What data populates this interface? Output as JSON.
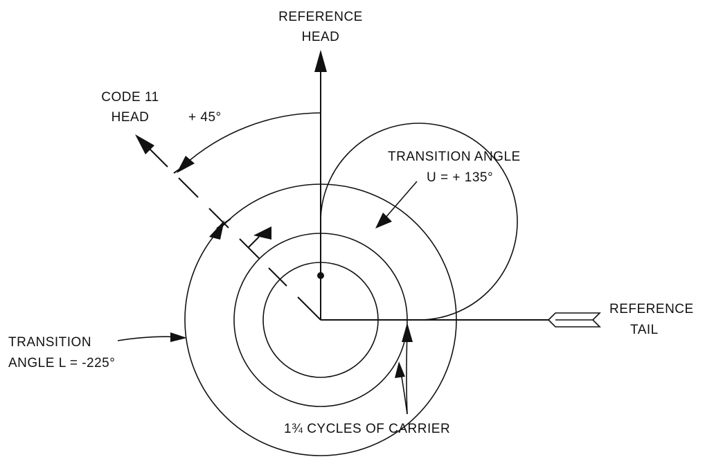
{
  "labels": {
    "reference_head_line1": "REFERENCE",
    "reference_head_line2": "HEAD",
    "code11_line1": "CODE 11",
    "code11_line2": "HEAD",
    "plus45": "+ 45°",
    "transition_u_line1": "TRANSITION ANGLE",
    "transition_u_line2": "U = + 135°",
    "reference_tail_line1": "REFERENCE",
    "reference_tail_line2": "TAIL",
    "transition_l_line1": "TRANSITION",
    "transition_l_line2": "ANGLE L = -225°",
    "cycles": "1¾ CYCLES OF CARRIER"
  }
}
